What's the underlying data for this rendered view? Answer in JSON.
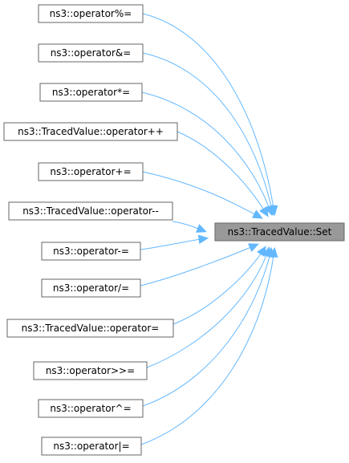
{
  "graph": {
    "target": {
      "label": "ns3::TracedValue::Set"
    },
    "callers": [
      {
        "label": "ns3::operator%="
      },
      {
        "label": "ns3::operator&="
      },
      {
        "label": "ns3::operator*="
      },
      {
        "label": "ns3::TracedValue::operator++"
      },
      {
        "label": "ns3::operator+="
      },
      {
        "label": "ns3::TracedValue::operator--"
      },
      {
        "label": "ns3::operator-="
      },
      {
        "label": "ns3::operator/="
      },
      {
        "label": "ns3::TracedValue::operator="
      },
      {
        "label": "ns3::operator>>="
      },
      {
        "label": "ns3::operator^="
      },
      {
        "label": "ns3::operator|="
      }
    ],
    "colors": {
      "edge": "#63b8ff",
      "target_fill": "#999999",
      "node_border": "#666666"
    }
  }
}
